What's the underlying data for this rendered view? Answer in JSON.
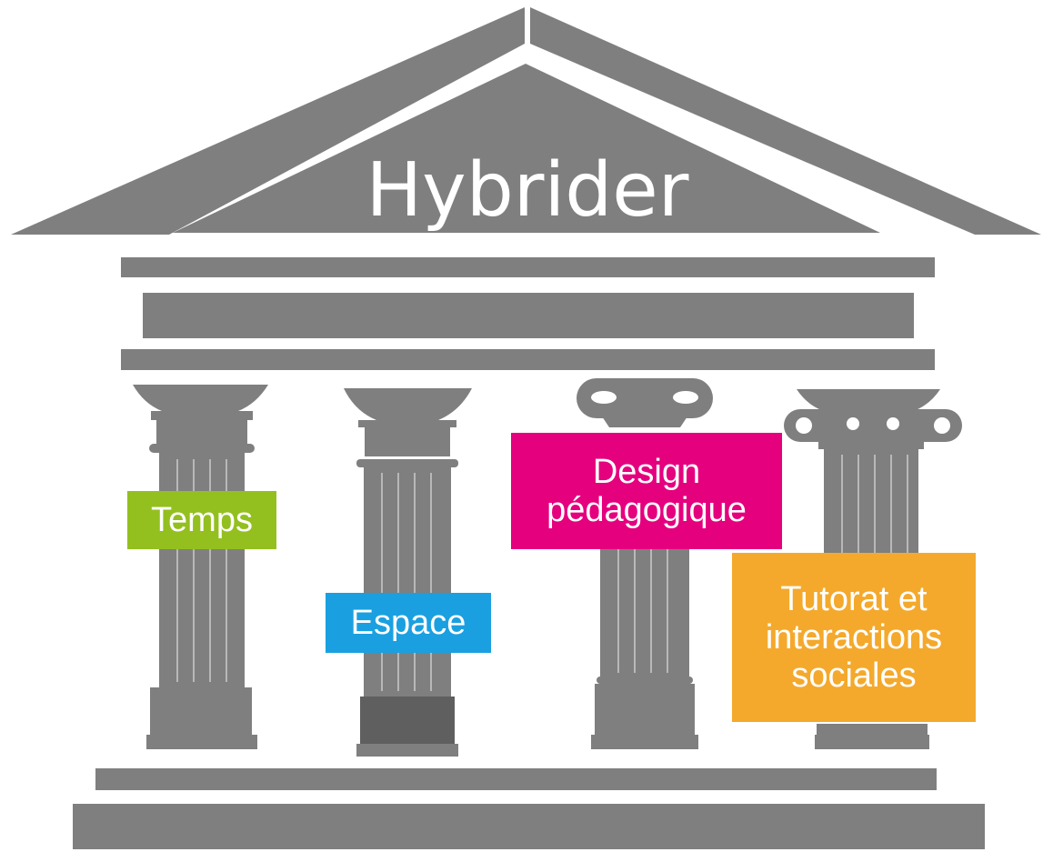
{
  "title": "Hybrider",
  "colors": {
    "stone": "#7f7f7f",
    "stone_dark": "#5f5f5f",
    "temps": "#93c01f",
    "espace": "#1aa0e0",
    "design": "#e5007e",
    "tutorat": "#f4a92c"
  },
  "pillars": [
    {
      "lines": [
        "Temps"
      ]
    },
    {
      "lines": [
        "Espace"
      ]
    },
    {
      "lines": [
        "Design",
        "pédagogique"
      ]
    },
    {
      "lines": [
        "Tutorat et",
        "interactions",
        "sociales"
      ]
    }
  ]
}
